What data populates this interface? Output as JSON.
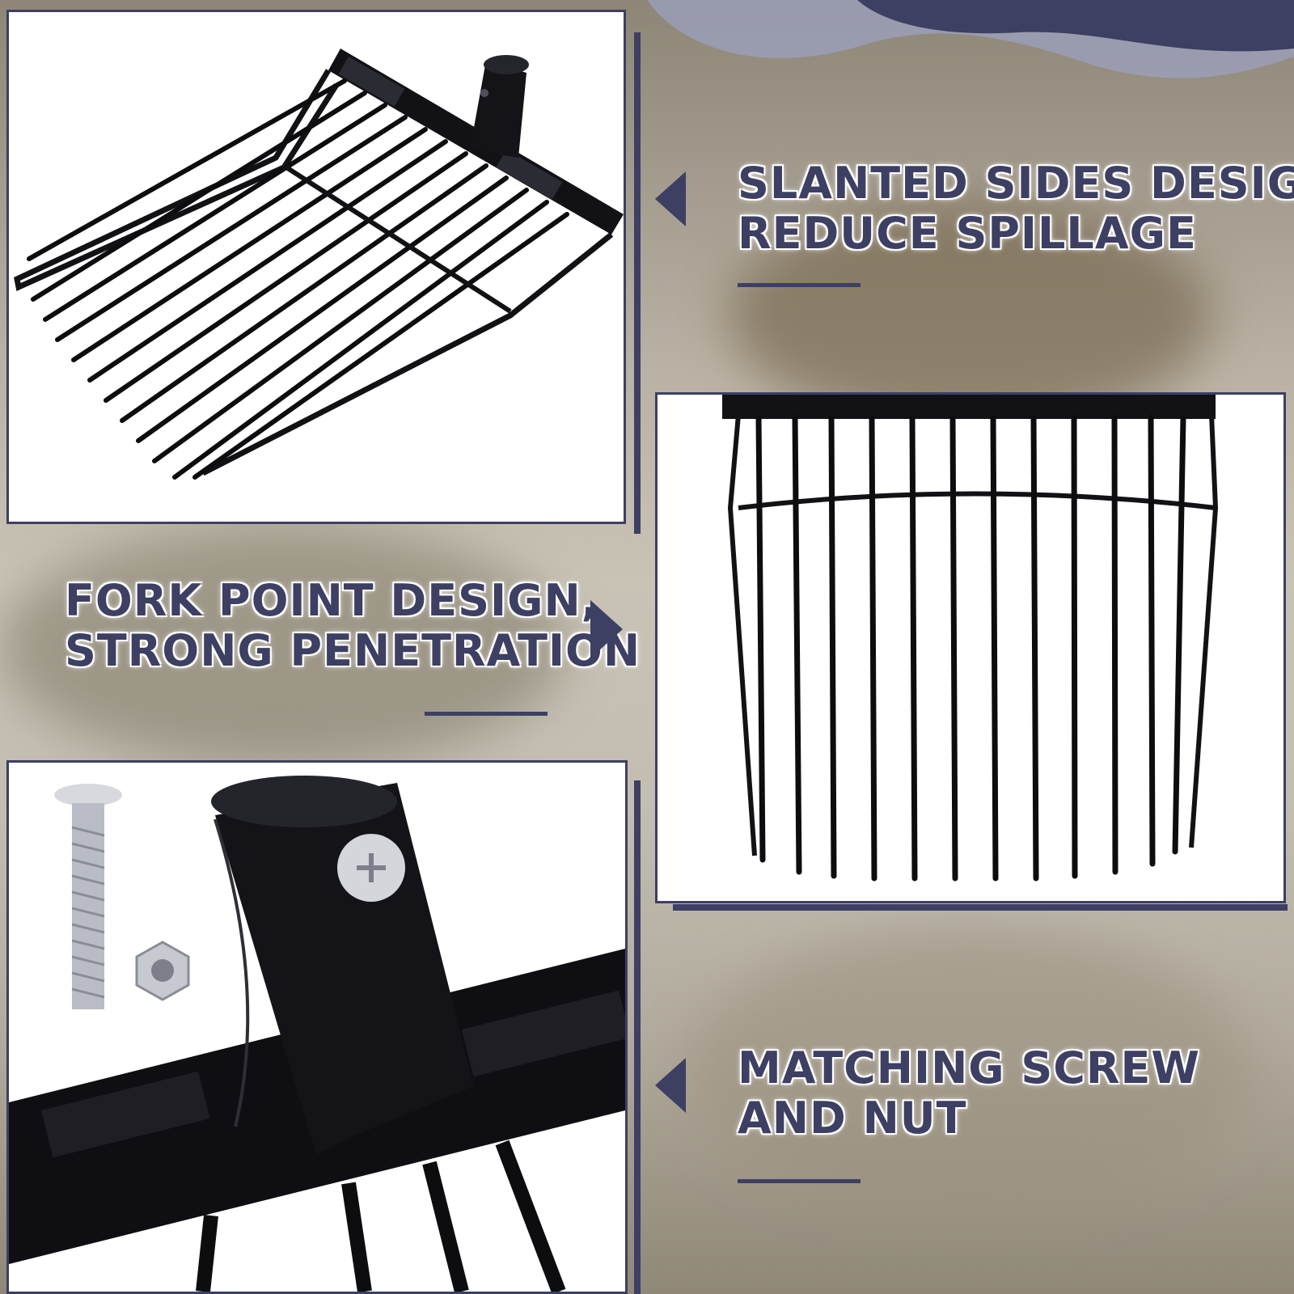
{
  "captions": {
    "slanted": {
      "line1": "SLANTED SIDES DESIGN",
      "line2": "REDUCE SPILLAGE"
    },
    "fork": {
      "line1": "FORK POINT DESIGN,",
      "line2": "STRONG PENETRATION"
    },
    "screw": {
      "line1": "MATCHING SCREW",
      "line2": "AND NUT"
    }
  },
  "colors": {
    "accent": "#3d3f63",
    "fork": "#0d0d10",
    "panel": "#ffffff"
  },
  "icons": [
    "arrow-left-icon",
    "arrow-right-icon",
    "arrow-left-icon"
  ]
}
